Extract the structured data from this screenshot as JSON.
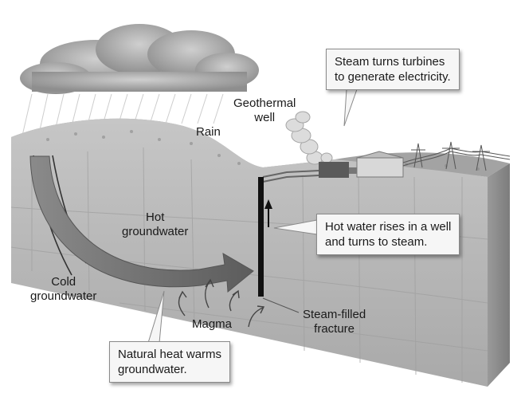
{
  "labels": {
    "rain": "Rain",
    "geothermal_well": [
      "Geothermal",
      "well"
    ],
    "hot_groundwater": [
      "Hot",
      "groundwater"
    ],
    "cold_groundwater": [
      "Cold",
      "groundwater"
    ],
    "magma": "Magma",
    "steam_fracture": [
      "Steam-filled",
      "fracture"
    ]
  },
  "callouts": {
    "turbines": [
      "Steam turns turbines",
      "to generate electricity."
    ],
    "hot_water_rises": [
      "Hot water rises in a well",
      "and turns to steam."
    ],
    "natural_heat": [
      "Natural heat warms",
      "groundwater."
    ]
  },
  "colors": {
    "rock": "#b9b9b9",
    "rock_dark": "#8f8f8f",
    "surface": "#9c9c9c",
    "arrow": "#6e6e6e",
    "well": "#111111"
  }
}
